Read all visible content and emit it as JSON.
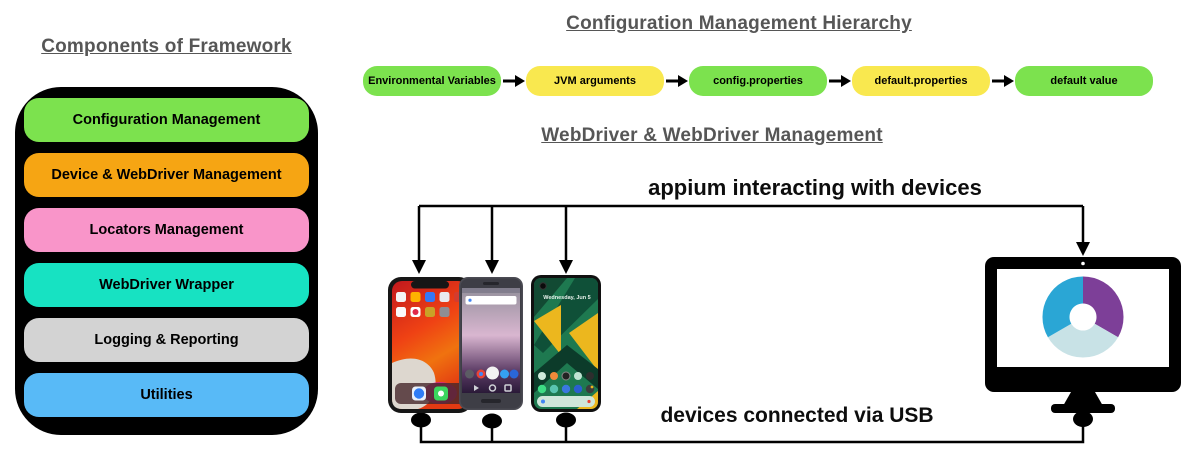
{
  "left_panel": {
    "title": "Components of Framework",
    "components": [
      {
        "label": "Configuration Management",
        "color": "#7ce24e"
      },
      {
        "label": "Device & WebDriver Management",
        "color": "#f6a513"
      },
      {
        "label": "Locators Management",
        "color": "#f995c9"
      },
      {
        "label": "WebDriver Wrapper",
        "color": "#17e2c2"
      },
      {
        "label": "Logging & Reporting",
        "color": "#d3d3d3"
      },
      {
        "label": "Utilities",
        "color": "#58baf7"
      }
    ]
  },
  "hierarchy": {
    "title": "Configuration Management Hierarchy",
    "steps": [
      {
        "label": "Environmental Variables",
        "color": "#7ce24e"
      },
      {
        "label": "JVM arguments",
        "color": "#f9e84f"
      },
      {
        "label": "config.properties",
        "color": "#7ce24e"
      },
      {
        "label": "default.properties",
        "color": "#f9e84f"
      },
      {
        "label": "default value",
        "color": "#7ce24e"
      }
    ]
  },
  "webdriver_section": {
    "title": "WebDriver & WebDriver Management",
    "top_label": "appium interacting with devices",
    "bottom_label": "devices connected via USB",
    "phone3_screen_text": "Wednesday, Jun 5",
    "devices": [
      "iphone",
      "android-nexus",
      "android-pixel"
    ],
    "host": "appium-desktop-monitor"
  },
  "colors": {
    "title_gray": "#565656",
    "line_black": "#000000",
    "appium_cyan": "#2aa6d5",
    "appium_purple": "#7d3f98",
    "appium_pale": "#c8e2e6"
  }
}
